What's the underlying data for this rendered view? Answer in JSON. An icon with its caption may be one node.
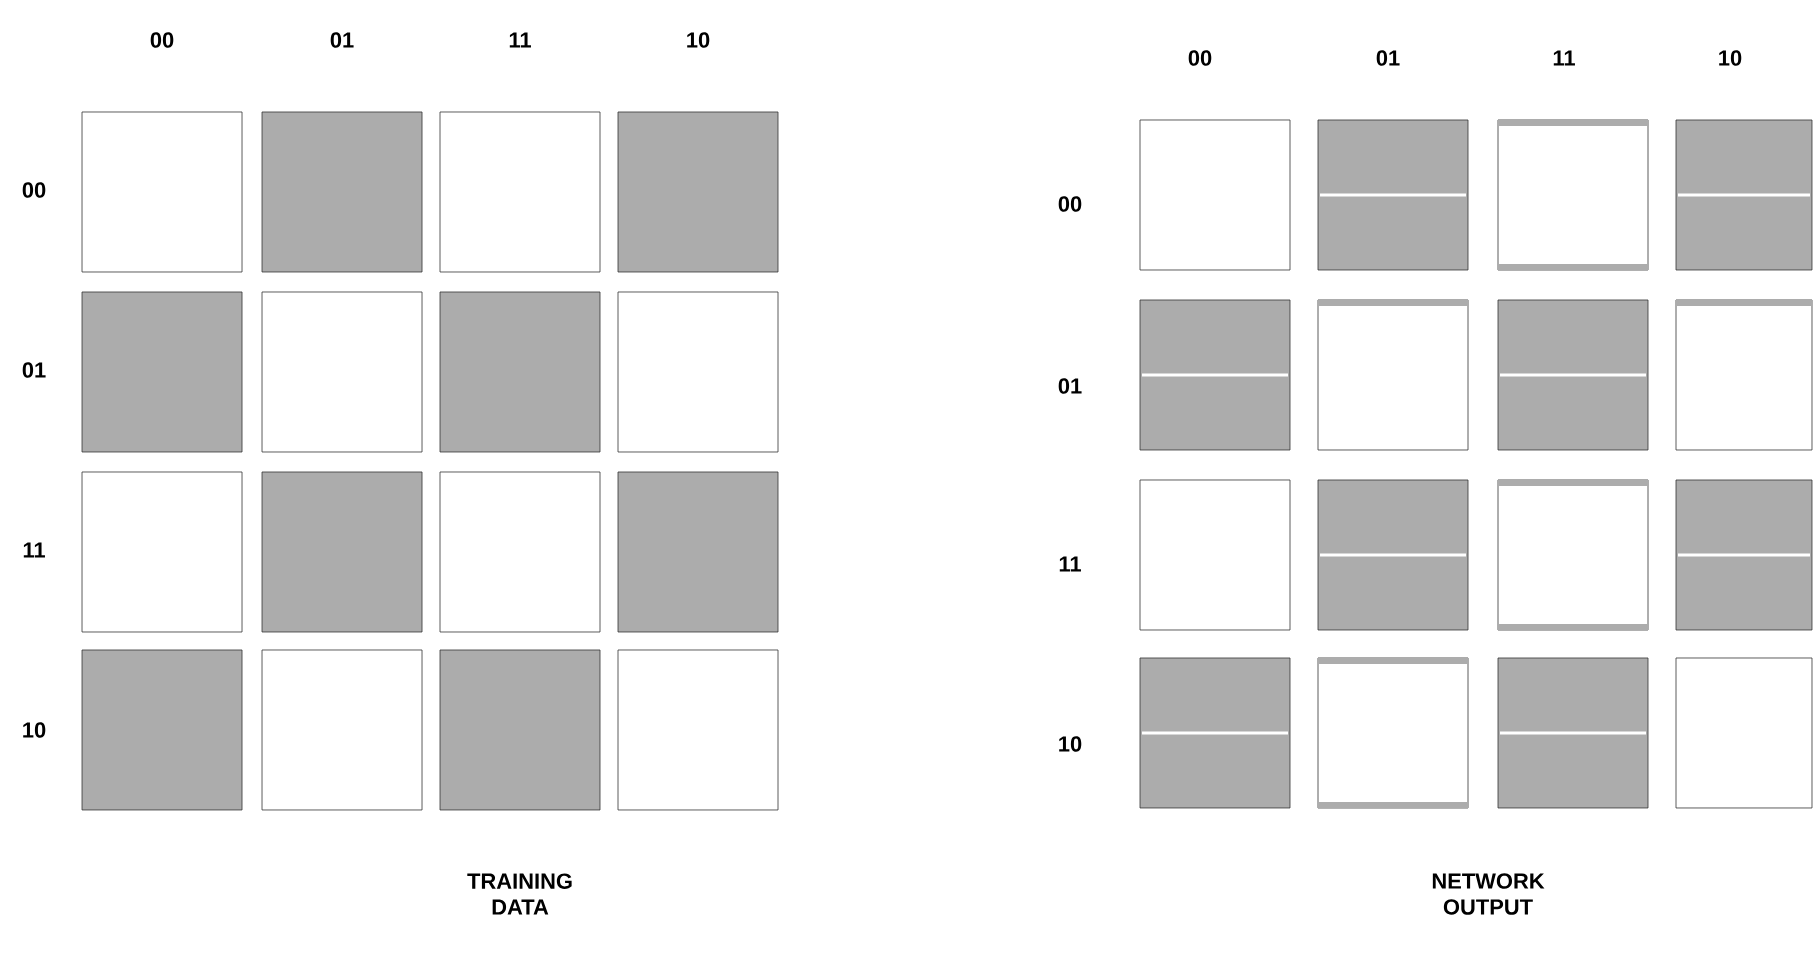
{
  "diagram": {
    "labels": [
      "00",
      "01",
      "11",
      "10",
      "00",
      "01",
      "11",
      "10",
      "00",
      "00",
      "01",
      "01",
      "11",
      "11",
      "10",
      "10",
      "TRAINING DATA",
      "NETWORK OUTPUT"
    ]
  }
}
